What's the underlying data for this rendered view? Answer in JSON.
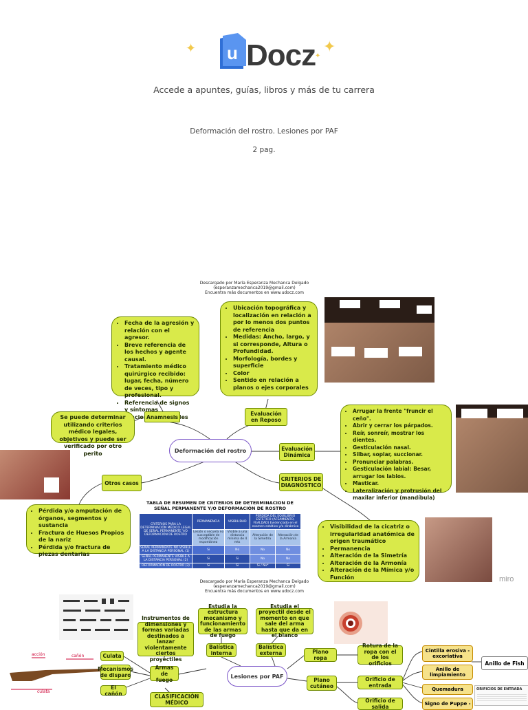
{
  "header": {
    "brand_u": "u",
    "brand_text": "Docz",
    "tagline": "Accede a apuntes, guías, libros y más de tu carrera",
    "doc_title": "Deformación del rostro. Lesiones por PAF",
    "pages": "2 pag."
  },
  "watermark": {
    "line1": "Descargado por María Esperanza Mechanca Delgado",
    "line2": "(esperanzamechanca2019@gmail.com)",
    "line3": "Encuentra más documentos en www.udocz.com"
  },
  "map1": {
    "center": "Deformación del rostro",
    "anamnesis": "Anamnesis",
    "anamnesis_items": [
      "Fecha de la agresión y relación con el agresor.",
      "Breve referencia de los hechos y agente causal.",
      "Tratamiento médico quirúrgico recibido: lugar, fecha, número de veces, tipo y profesional.",
      "Referencia de signos y síntomas funcionales actuales"
    ],
    "se_puede": "Se puede determinar utilizando criterios médico legales, objetivos y puede ser verificado por otro perito",
    "eval_reposo": "Evaluación en Reposo",
    "reposo_items": [
      "Ubicación topográfica y localización en relación a por lo menos dos puntos de referencia",
      "Medidas: Ancho, largo, y si corresponde, Altura o Profundidad.",
      "Morfología, bordes y superficie",
      "Color",
      "Sentido en relación a planos o ejes corporales"
    ],
    "eval_dinamica": "Evaluación Dinámica",
    "dinamica_items": [
      "Arrugar la frente \"fruncir el ceño\".",
      "Abrir y cerrar los párpados.",
      "Reír, sonreír, mostrar los dientes.",
      "Gesticulación nasal.",
      "Silbar, soplar, succionar.",
      "Pronunciar palabras.",
      "Gesticulación labial: Besar, arrugar los labios.",
      "Masticar.",
      "Lateralización y protrusión del maxilar inferior (mandíbula)"
    ],
    "otros": "Otros casos",
    "otros_items": [
      "Pérdida y/o amputación de órganos, segmentos y sustancia",
      "Fractura de Huesos Propios de la nariz",
      "Pérdida y/o fractura de piezas dentarias"
    ],
    "criterios": "CRITERIOS DE DIAGNÓSTICO",
    "criterios_items": [
      "Visibilidad de la cicatriz o irregularidad anatómica de origen traumático",
      "Permanencia",
      "Alteración de la Simetría",
      "Alteración de la Armonía",
      "Alteración de la Mímica y/o Función"
    ],
    "table_title": "TABLA DE RESUMEN DE CRITERIOS DE DETERMINACION DE SEÑAL PERMANENTE Y/O DEFORMACIÓN DE ROSTRO",
    "table_head": [
      "CRITERIOS PARA LA DETERMINACIÓN MÉDICO LEGAL DE SEÑAL PERMANENTE Y/O DEFORMACIÓN DE ROSTRO",
      "PERMANENCIA",
      "VISIBILIDAD",
      "PERDIDA DEL EQUILIBRIO ESTÉTICO (AFEAMIENTO, FEALDAD) Evidenciado en el examen estático y/o dinámico"
    ],
    "table_sub": [
      "",
      "Lesión o secuela no susceptible de modificación espontánea",
      "Visible a una distancia mínima de 4 mts",
      "Alteración de la Simetría",
      "Alteración de la Armonía"
    ],
    "table_rows": [
      [
        "SEÑAL PERMANENTE NO VISIBLE A LA DISTANCIA PERSONAL (1)",
        "Si",
        "No",
        "No",
        "No"
      ],
      [
        "SEÑAL PERMANENTE VISIBLE A LA DISTANCIA PERSONAL (2)",
        "Si",
        "Si",
        "No",
        "No"
      ],
      [
        "DEFORMACIÓN DE ROSTRO (3)",
        "Si",
        "Si",
        "Si / No*",
        "Si"
      ]
    ],
    "miro": "miro"
  },
  "map2": {
    "center": "Lesiones por PAF",
    "armas": "Armas de fuego",
    "instrumentos": "Instrumentos de dimensiones y formas variadas destinados a lanzar violentamente ciertos proyectiles",
    "culata": "Culata",
    "mecanismos": "Mecanismos de disparo",
    "canon": "El cañón",
    "balistica_interna": "Balística interna",
    "estudia_interna": "Estudia la estructura mecanismo y funcionamiento de las armas de fuego",
    "balistica_externa": "Balística externa",
    "estudia_externa": "Estudia el proyectil desde el momento en que sale del arma hasta que da en el blanco",
    "plano_ropa": "Plano ropa",
    "rotura": "Rotura de la ropa con el de los orificios",
    "plano_cutaneo": "Plano cutáneo",
    "orificio_entrada": "Orificio de entrada",
    "orificio_salida": "Orificio de salida",
    "cintilla": "Cintilla erosiva - excoriativa",
    "anillo_limpiamiento": "Anillo de limpiamiento",
    "anillo_fish": "Anillo de Fish",
    "quemadura": "Quemadura",
    "signo_puppe": "Signo de Puppe -",
    "clasificacion": "CLASIFICACIÓN MÉDICO",
    "rifle_labels": {
      "accion": "acción",
      "canon": "cañón",
      "culata": "culata"
    },
    "orificios_table_title": "ORIFICIOS DE ENTRADA"
  }
}
